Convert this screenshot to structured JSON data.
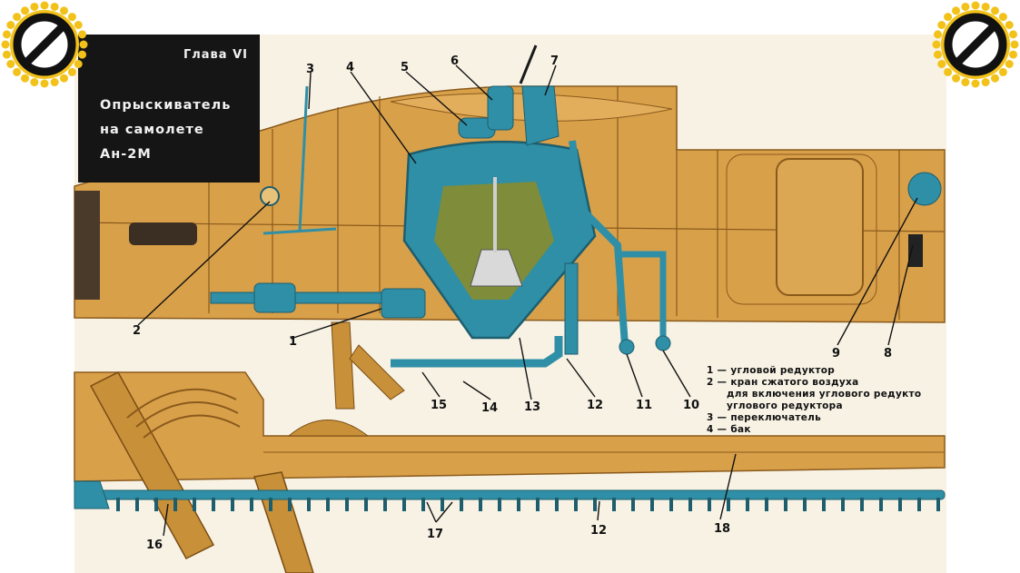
{
  "title_block": {
    "chapter": "Глава VI",
    "title_lines": [
      "Опрыскиватель",
      "на самолете",
      "Ан-2М"
    ]
  },
  "badges": [
    {
      "icon": "prohibited-sign-icon"
    },
    {
      "icon": "prohibited-sign-icon"
    }
  ],
  "callouts": [
    "1",
    "2",
    "3",
    "4",
    "5",
    "6",
    "7",
    "8",
    "9",
    "10",
    "11",
    "12",
    "13",
    "14",
    "15",
    "16",
    "17",
    "12",
    "18"
  ],
  "legend": [
    "1 — угловой редуктор",
    "2 — кран сжатого воздуха",
    "для включения углового редукто",
    "углового редуктора",
    "3 — переключатель",
    "4 — бак"
  ],
  "colors": {
    "fuselage": "#d9a04a",
    "fuselage_dark": "#a9752a",
    "tank": "#2f8fa6",
    "tank_dark": "#1d5e6e",
    "liquid": "#7f8c3a",
    "badge_ring": "#f2c21b"
  }
}
